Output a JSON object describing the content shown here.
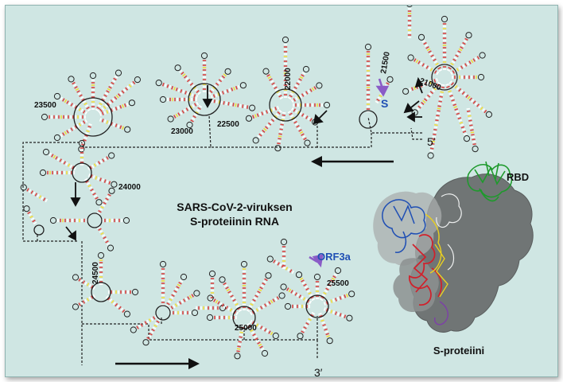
{
  "colors": {
    "panel_bg": "#cfe6e3",
    "stem_red": "#d94040",
    "stem_white": "#ffffff",
    "stem_yellow": "#f2dc3c",
    "label_blue": "#1f4fb4",
    "label_green_protein": "#1f8f2a",
    "protein_gray": "#6f7373",
    "arrow_purple": "#8a5cc7"
  },
  "title": {
    "line1": "SARS-CoV-2-viruksen",
    "line2": "S-proteiinin RNA"
  },
  "positions": {
    "p21000": "21000",
    "p21500": "21500",
    "p22000": "22000",
    "p22500": "22500",
    "p23000": "23000",
    "p23500": "23500",
    "p24000": "24000",
    "p24500": "24500",
    "p25000": "25000",
    "p25500": "25500"
  },
  "ends": {
    "five_prime": "5′",
    "three_prime": "3′"
  },
  "markers": {
    "s_gene": "S",
    "orf3a": "ORF3a"
  },
  "protein": {
    "rbd": "RBD",
    "name": "S-proteiini"
  }
}
